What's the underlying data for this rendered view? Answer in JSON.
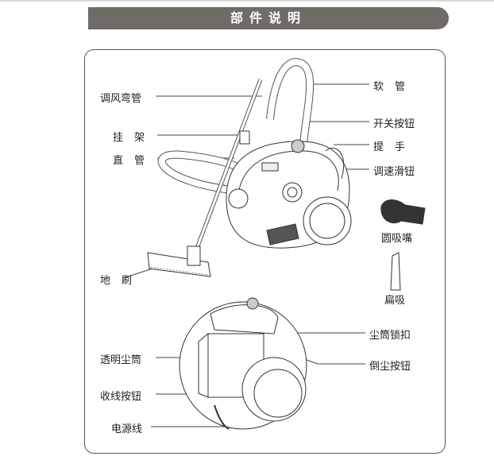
{
  "header": {
    "title": "部件说明"
  },
  "labels": {
    "bend_pipe": "调风弯管",
    "hanger": "挂架",
    "straight_pipe": "直管",
    "floor_brush": "地刷",
    "hose": "软管",
    "power_button": "开关按钮",
    "handle": "提手",
    "speed_slider": "调速滑钮",
    "round_nozzle": "圆吸嘴",
    "flat_nozzle": "扁吸",
    "dust_lock": "尘筒锁扣",
    "dust_release": "倒尘按钮",
    "dust_bin": "透明尘筒",
    "cord_rewind": "收线按钮",
    "power_cord": "电源线"
  }
}
